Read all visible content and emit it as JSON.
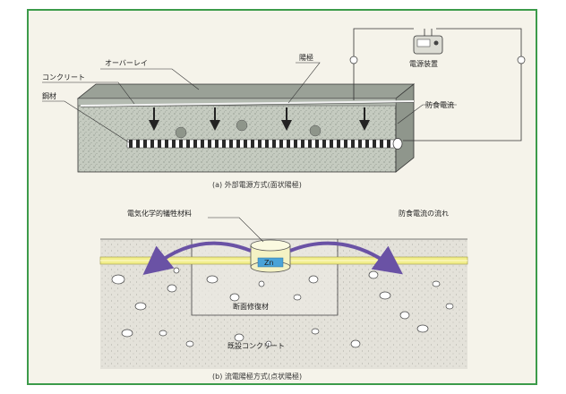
{
  "diagram_a": {
    "labels": {
      "overlay": "オーバーレイ",
      "anode": "陽極",
      "concrete": "コンクリート",
      "steel": "鋼材",
      "power_unit": "電源装置",
      "protective_current": "防食電流",
      "plus": "+",
      "minus": "−"
    },
    "caption": "(a) 外部電源方式(面状陽極)"
  },
  "diagram_b": {
    "labels": {
      "sacrificial_material": "電気化学的犠牲材料",
      "current_flow": "防食電流の流れ",
      "zn": "Zn",
      "repair_material": "断面修復材",
      "existing_concrete": "既設コンクリート"
    },
    "caption": "(b) 流電陽極方式(点状陽極)"
  },
  "colors": {
    "frame_border": "#3c9b4a",
    "concrete_fill": "#c9cfc4",
    "overlay_fill": "#b9c0b6",
    "rebar_yellow": "#f2ee8c",
    "arrow_purple": "#6a52a5",
    "zn_blue": "#4aa3d8"
  }
}
